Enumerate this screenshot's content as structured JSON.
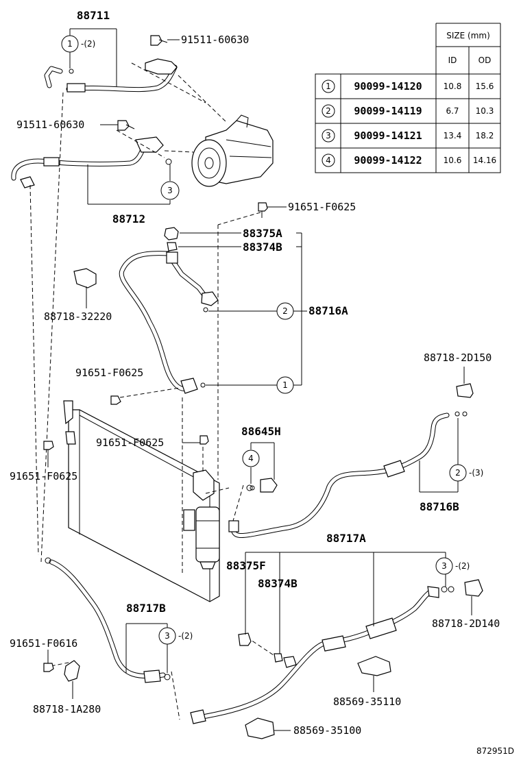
{
  "labels": {
    "p88711": "88711",
    "p91511_a": "91511-60630",
    "p91511_b": "91511-60630",
    "p88712": "88712",
    "p91651_top": "91651-F0625",
    "p88375A": "88375A",
    "p88374B_top": "88374B",
    "p88716A": "88716A",
    "p88718_32220": "88718-32220",
    "p91651_mid": "91651-F0625",
    "p88718_2D150": "88718-2D150",
    "p91651_dryer": "91651-F0625",
    "p88645H": "88645H",
    "p91651_left": "91651-F0625",
    "p88716B": "88716B",
    "p88717A": "88717A",
    "p88375F": "88375F",
    "p88374B_low": "88374B",
    "p88717B": "88717B",
    "p88718_2D140": "88718-2D140",
    "p91651_F0616": "91651-F0616",
    "p88718_1A280": "88718-1A280",
    "p88569_35110": "88569-35110",
    "p88569_35100": "88569-35100",
    "diagram_id": "872951D"
  },
  "callouts": {
    "c1_88711": "1",
    "q1_88711": "-(2)",
    "c3_88712": "3",
    "c2_88716A": "2",
    "c1_88716A": "1",
    "c4_88645H": "4",
    "c2_88716B": "2",
    "q2_88716B": "-(3)",
    "c3_88717A": "3",
    "q3_88717A": "-(2)",
    "c3_88717B": "3",
    "q3_88717B": "-(2)"
  },
  "table": {
    "header": "SIZE (mm)",
    "col_id": "ID",
    "col_od": "OD",
    "rows": [
      {
        "num": "1",
        "part": "90099-14120",
        "id": "10.8",
        "od": "15.6"
      },
      {
        "num": "2",
        "part": "90099-14119",
        "id": "6.7",
        "od": "10.3"
      },
      {
        "num": "3",
        "part": "90099-14121",
        "id": "13.4",
        "od": "18.2"
      },
      {
        "num": "4",
        "part": "90099-14122",
        "id": "10.6",
        "od": "14.16"
      }
    ]
  }
}
